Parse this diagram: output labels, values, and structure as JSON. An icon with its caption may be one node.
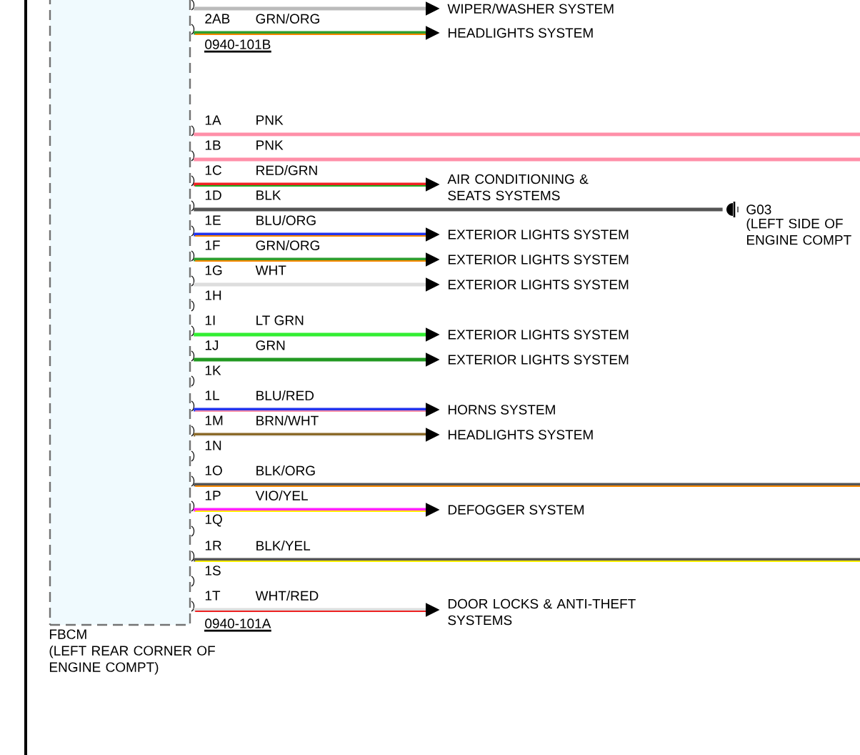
{
  "diagram": {
    "nodes": [
      {
        "text": [
          "FBCM",
          "(LEFT REAR CORNER OF ENGINE COMPT)"
        ]
      },
      {
        "text": [
          "WIPER/WASHER SYSTEM"
        ]
      },
      {
        "text": [
          "HEADLIGHTS SYSTEM"
        ]
      },
      {
        "text": [
          "AIR CONDITIONING & SEATS SYSTEMS"
        ]
      },
      {
        "text": [],
        "shape": "ground",
        "beside": [
          "G03",
          "(LEFT SIDE OF ENGINE COMPT"
        ]
      },
      {
        "text": [
          "EXTERIOR LIGHTS SYSTEM"
        ]
      },
      {
        "text": [
          "EXTERIOR LIGHTS SYSTEM"
        ]
      },
      {
        "text": [
          "EXTERIOR LIGHTS SYSTEM"
        ]
      },
      {
        "text": [
          "EXTERIOR LIGHTS SYSTEM"
        ]
      },
      {
        "text": [
          "EXTERIOR LIGHTS SYSTEM"
        ]
      },
      {
        "text": [
          "HORNS SYSTEM"
        ]
      },
      {
        "text": [
          "HEADLIGHTS SYSTEM"
        ]
      },
      {
        "text": [
          "DEFOGGER SYSTEM"
        ]
      },
      {
        "text": [
          "DOOR LOCKS & ANTI-THEFT SYSTEMS"
        ]
      }
    ],
    "edges": [
      {
        "from": 0,
        "to": 1,
        "arrow": "to",
        "color": "#bbbbbb"
      },
      {
        "from": 0,
        "to": 2,
        "arrow": "to",
        "label": "GRN/ORG",
        "color": "#2e9e2e"
      },
      {
        "from": 0,
        "to": null,
        "arrow": "none",
        "label": "PNK",
        "color": "#ff8fa8"
      },
      {
        "from": 0,
        "to": null,
        "arrow": "none",
        "label": "PNK",
        "color": "#ff8fa8"
      },
      {
        "from": 0,
        "to": 3,
        "arrow": "to",
        "label": "RED/GRN",
        "color": "#ee2222"
      },
      {
        "from": 0,
        "to": 4,
        "arrow": "none",
        "label": "BLK",
        "color": "#555555"
      },
      {
        "from": 0,
        "to": 5,
        "arrow": "to",
        "label": "BLU/ORG",
        "color": "#2233ee"
      },
      {
        "from": 0,
        "to": 6,
        "arrow": "to",
        "label": "GRN/ORG",
        "color": "#2e9e2e"
      },
      {
        "from": 0,
        "to": 7,
        "arrow": "to",
        "label": "WHT",
        "color": "#dddddd"
      },
      {
        "from": 0,
        "to": 8,
        "arrow": "to",
        "label": "LT GRN",
        "color": "#33ee33"
      },
      {
        "from": 0,
        "to": 9,
        "arrow": "to",
        "label": "GRN",
        "color": "#229922"
      },
      {
        "from": 0,
        "to": 10,
        "arrow": "to",
        "label": "BLU/RED",
        "color": "#2233ee"
      },
      {
        "from": 0,
        "to": 11,
        "arrow": "to",
        "label": "BRN/WHT",
        "color": "#8b6a2a"
      },
      {
        "from": 0,
        "to": null,
        "arrow": "none",
        "label": "BLK/ORG",
        "color": "#555555"
      },
      {
        "from": 0,
        "to": 12,
        "arrow": "to",
        "label": "VIO/YEL",
        "color": "#ff22ff"
      },
      {
        "from": 0,
        "to": null,
        "arrow": "none",
        "label": "BLK/YEL",
        "color": "#555555"
      },
      {
        "from": 0,
        "to": 13,
        "arrow": "to",
        "label": "WHT/RED",
        "color": "#dddddd"
      }
    ],
    "labels": [
      "2AB",
      "0940-101B",
      "1A",
      "1B",
      "1C",
      "1D",
      "1E",
      "1F",
      "1G",
      "1H",
      "1I",
      "1J",
      "1K",
      "1L",
      "1M",
      "1N",
      "1O",
      "1P",
      "1Q",
      "1R",
      "1S",
      "1T",
      "0940-101A"
    ]
  }
}
